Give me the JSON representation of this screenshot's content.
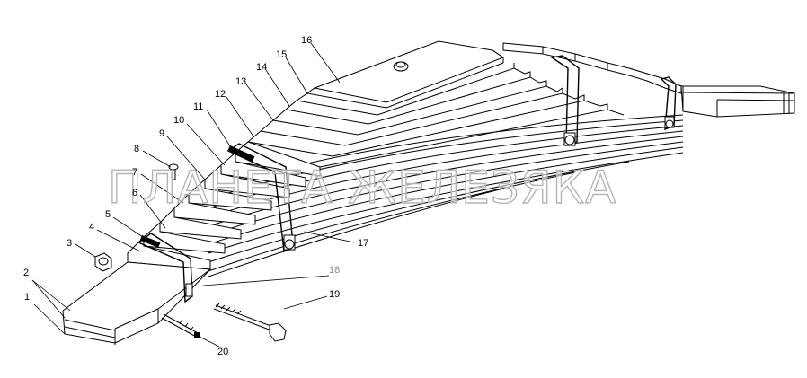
{
  "watermark": "ПЛАНЕТА ЖЕЛЕЗЯКА",
  "callouts": [
    {
      "num": "1"
    },
    {
      "num": "2"
    },
    {
      "num": "3"
    },
    {
      "num": "4"
    },
    {
      "num": "5"
    },
    {
      "num": "6"
    },
    {
      "num": "7"
    },
    {
      "num": "8"
    },
    {
      "num": "9"
    },
    {
      "num": "10"
    },
    {
      "num": "11"
    },
    {
      "num": "12"
    },
    {
      "num": "13"
    },
    {
      "num": "14"
    },
    {
      "num": "15"
    },
    {
      "num": "16"
    },
    {
      "num": "17"
    },
    {
      "num": "18"
    },
    {
      "num": "19"
    },
    {
      "num": "20"
    }
  ],
  "colors": {
    "line": "#000000",
    "background": "#ffffff",
    "muted_callout": "#8c8c8c",
    "watermark_outline": "#b5b5b5"
  }
}
